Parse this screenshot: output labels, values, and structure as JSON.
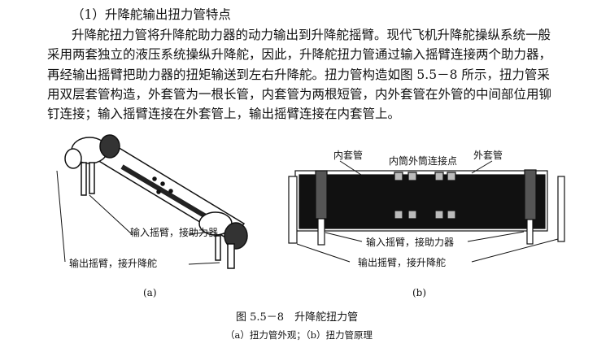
{
  "section": {
    "heading": "（1）升降舵输出扭力管特点",
    "paragraph_lines": [
      "升降舵扭力管将升降舵助力器的动力输出到升降舵摇臂。现代飞机升降舵操纵系统一般",
      "采用两套独立的液压系统操纵升降舵，因此，升降舵扭力管通过输入摇臂连接两个助力器，",
      "再经输出摇臂把助力器的扭矩输送到左右升降舵。扭力管构造如图 5.5－8 所示，扭力管采",
      "用双层套管构造，外套管为一根长管，内套管为两根短管，内外套管在外管的中间部位用铆",
      "钉连接；输入摇臂连接在外套管上，输出摇臂连接在内套管上。"
    ]
  },
  "figure": {
    "a": {
      "input_arm_label": "输入摇臂，接助力器",
      "output_arm_label": "输出摇臂，接升降舵",
      "sublabel": "(a)"
    },
    "b": {
      "inner_tube_label": "内套管",
      "connection_label": "内筒外筒连接点",
      "outer_tube_label": "外套管",
      "input_arm_label": "输入摇臂，接助力器",
      "output_arm_label": "输出摇臂，接升降舵",
      "sublabel": "(b)"
    },
    "caption": "图 5.5－8　升降舵扭力管",
    "subcaption": "（a）扭力管外观；（b）扭力管原理"
  }
}
